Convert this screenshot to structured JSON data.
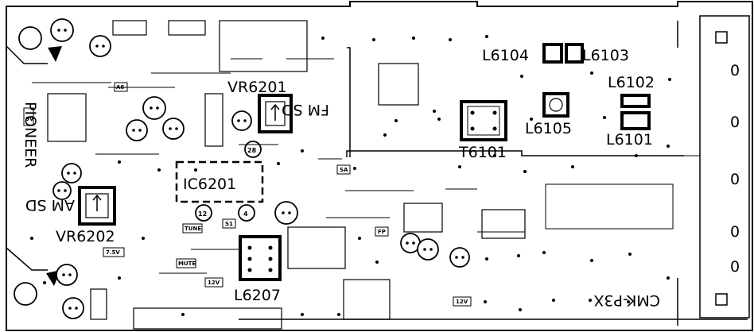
{
  "components": {
    "vr6201": "VR6201",
    "fm_sd": "FM SD",
    "vr6202": "VR6202",
    "am_sd": "AM SD",
    "ic6201": "IC6201",
    "l6207": "L6207",
    "t6101": "T6101",
    "l6104": "L6104",
    "l6103": "L6103",
    "l6102": "L6102",
    "l6105": "L6105",
    "l6101": "L6101"
  },
  "brand": "PIONEER",
  "board_marking": "CMK-P3X",
  "test_points": {
    "tp28": "28",
    "tp12": "12",
    "tp4": "4"
  },
  "tags": {
    "a6": "A6",
    "s1": "S1",
    "tune": "TUNE",
    "mute": "MUTE",
    "v12_a": "12V",
    "v12_b": "12V",
    "v75": "7.5V",
    "sa": "SA",
    "fp": "FP",
    "v9": "9V"
  },
  "right_zero": "0"
}
